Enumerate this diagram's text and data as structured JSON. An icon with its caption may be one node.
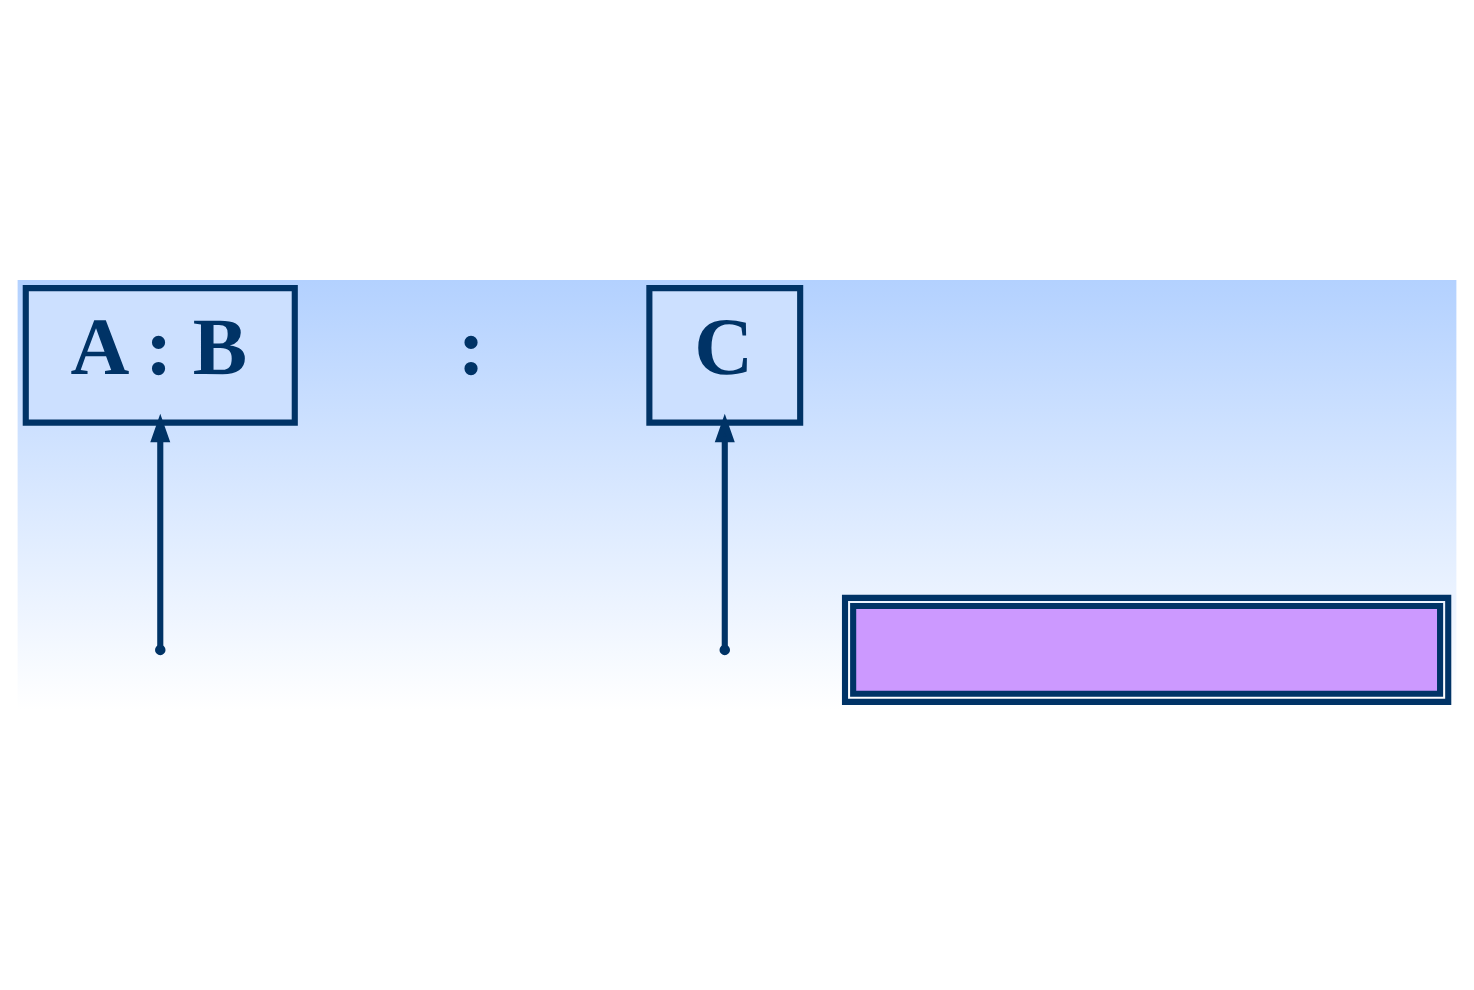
{
  "diagram": {
    "nodes": [
      {
        "text": [
          "A : B"
        ]
      },
      {
        "text": [
          "C"
        ]
      },
      {
        "text": [],
        "shape": "box"
      }
    ],
    "edges": [
      {
        "from": null,
        "to": 0,
        "arrow": "to"
      },
      {
        "from": null,
        "to": 1,
        "arrow": "to"
      }
    ],
    "labels": [
      ":"
    ]
  }
}
